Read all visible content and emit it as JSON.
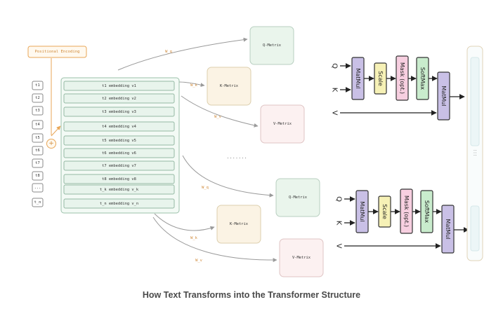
{
  "positional_encoding": {
    "label": "Positional Encoding",
    "plus": "+"
  },
  "tokens": [
    "t1",
    "t2",
    "t3",
    "t4",
    "t5",
    "t6",
    "t7",
    "t8",
    "...",
    "t_n"
  ],
  "embeddings": [
    "t1 embedding v1",
    "t2 embedding v2",
    "t3 embedding v3",
    "t4 embedding v4",
    "t5 embedding v5",
    "t6 embedding v6",
    "t7 embedding v7",
    "t8 embedding v8",
    "t_k embedding v_k",
    "t_n embedding v_n"
  ],
  "weights": {
    "q": "W_q",
    "k": "W_k",
    "v": "W_v"
  },
  "matrices": {
    "q": "Q-Metrix",
    "k": "K-Metrix",
    "v": "V-Metrix"
  },
  "ellipsis": ".......",
  "attention": {
    "inputs": {
      "q": "Q",
      "k": "K",
      "v": "V"
    },
    "blocks": [
      "MatMul",
      "Scale",
      "Mask (opt.)",
      "SoftMax",
      "MatMul"
    ]
  },
  "side_panel_dots": ":::",
  "caption": "How Text Transforms into the Transformer Structure",
  "colors": {
    "orange": "#e8a657",
    "embed_fill": "#e8f4ec",
    "embed_stroke": "#95b9a4",
    "q_fill": "#eaf5ec",
    "k_fill": "#fbf3e4",
    "v_fill": "#fcf1f1",
    "matmul": "#c9c0e6",
    "scale": "#f6f1b6",
    "mask": "#f7cfe0",
    "softmax": "#c9eccd",
    "panel": "#ecf6f7"
  }
}
